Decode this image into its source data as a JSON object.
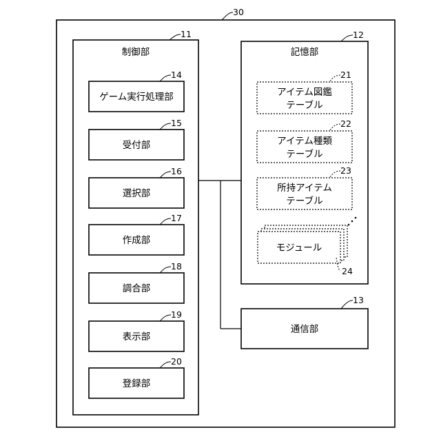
{
  "system": {
    "ref": "30"
  },
  "control": {
    "label": "制御部",
    "ref": "11",
    "units": [
      {
        "ref": "14",
        "label": "ゲーム実行処理部"
      },
      {
        "ref": "15",
        "label": "受付部"
      },
      {
        "ref": "16",
        "label": "選択部"
      },
      {
        "ref": "17",
        "label": "作成部"
      },
      {
        "ref": "18",
        "label": "調合部"
      },
      {
        "ref": "19",
        "label": "表示部"
      },
      {
        "ref": "20",
        "label": "登録部"
      }
    ]
  },
  "storage": {
    "label": "記憶部",
    "ref": "12",
    "tables": [
      {
        "ref": "21",
        "line1": "アイテム図鑑",
        "line2": "テーブル"
      },
      {
        "ref": "22",
        "line1": "アイテム種類",
        "line2": "テーブル"
      },
      {
        "ref": "23",
        "line1": "所持アイテム",
        "line2": "テーブル"
      }
    ],
    "module": {
      "ref": "24",
      "label": "モジュール"
    }
  },
  "communication": {
    "label": "通信部",
    "ref": "13"
  }
}
